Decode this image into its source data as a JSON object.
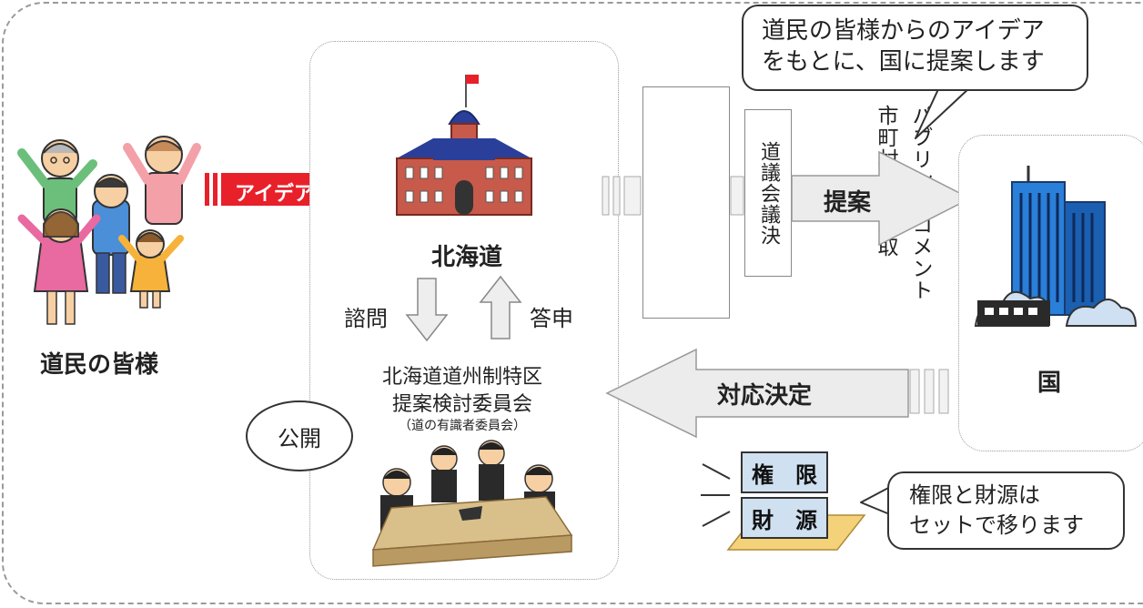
{
  "citizens": {
    "label": "道民の皆様"
  },
  "idea_arrow": {
    "label": "アイデア",
    "color": "#e8202a"
  },
  "hokkaido": {
    "label": "北海道",
    "consult_label": "諮問",
    "report_label": "答申",
    "committee_line1": "北海道道州制特区",
    "committee_line2": "提案検討委員会",
    "committee_sub": "（道の有識者委員会）",
    "public_label": "公開"
  },
  "public_comment": {
    "col1": "パブリックコメント",
    "col2": "市町村意見聴取"
  },
  "assembly": {
    "label": "道議会議決"
  },
  "propose_arrow": {
    "label": "提案"
  },
  "decision_arrow": {
    "label": "対応決定"
  },
  "nation": {
    "label": "国"
  },
  "speech_bubble": {
    "line1": "道民の皆様からのアイデア",
    "line2": "をもとに、国に提案します"
  },
  "transfer": {
    "block_top": "権　限",
    "block_bottom": "財　源",
    "bubble_line1": "権限と財源は",
    "bubble_line2": "セットで移ります"
  }
}
